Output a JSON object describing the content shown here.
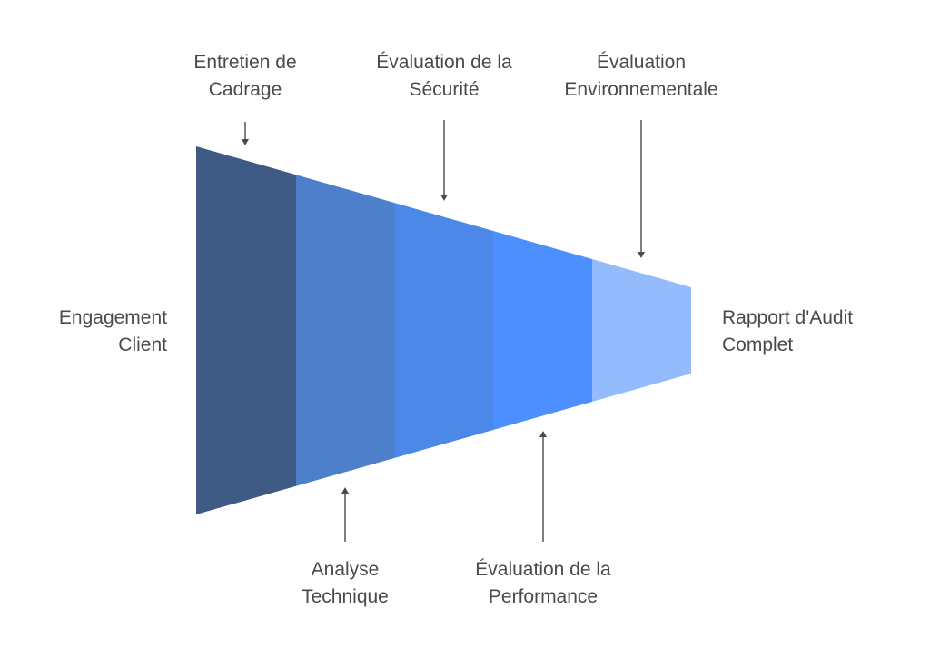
{
  "diagram": {
    "type": "funnel",
    "start_label": {
      "line1": "Engagement",
      "line2": "Client"
    },
    "end_label": {
      "line1": "Rapport d'Audit",
      "line2": "Complet"
    },
    "stages": [
      {
        "name": "Entretien de Cadrage",
        "line1": "Entretien de",
        "line2": "Cadrage",
        "color": "#3f5a84",
        "label_side": "top"
      },
      {
        "name": "Analyse Technique",
        "line1": "Analyse",
        "line2": "Technique",
        "color": "#4e7fcb",
        "label_side": "bottom"
      },
      {
        "name": "Évaluation de la Sécurité",
        "line1": "Évaluation de la",
        "line2": "Sécurité",
        "color": "#4c88e8",
        "label_side": "top"
      },
      {
        "name": "Évaluation de la Performance",
        "line1": "Évaluation de la",
        "line2": "Performance",
        "color": "#4d8ffe",
        "label_side": "bottom"
      },
      {
        "name": "Évaluation Environnementale",
        "line1": "Évaluation",
        "line2": "Environnementale",
        "color": "#94bcfd",
        "label_side": "top"
      }
    ],
    "arrow_color": "#4a4a4a",
    "text_color": "#4a4a4a"
  }
}
